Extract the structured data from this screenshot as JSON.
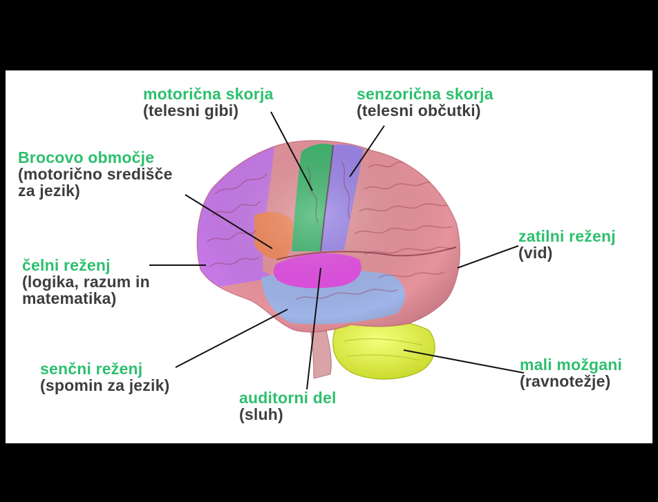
{
  "colors": {
    "label_title": "#2dbf6e",
    "label_description": "#3d3d3d",
    "background": "#ffffff",
    "letterbox": "#000000",
    "frontal_lobe": "#c77ae8",
    "broca_area": "#f2875a",
    "motor_cortex": "#3fb56e",
    "sensory_cortex": "#9a84e8",
    "parietal_occipital": "#e6939c",
    "temporal_lobe": "#9fb4e8",
    "auditory_area": "#e44fe4",
    "cerebellum": "#d7e83a"
  },
  "labels": {
    "motor": {
      "title": "motorična skorja",
      "desc": "(telesni gibi)"
    },
    "sensory": {
      "title": "senzorična skorja",
      "desc": "(telesni občutki)"
    },
    "broca": {
      "title": "Brocovo območje",
      "desc1": "(motorično središče",
      "desc2": "za jezik)"
    },
    "occipital": {
      "title": "zatilni reženj",
      "desc": "(vid)"
    },
    "frontal": {
      "title": "čelni reženj",
      "desc1": "(logika, razum in",
      "desc2": "matematika)"
    },
    "temporal": {
      "title": "senčni reženj",
      "desc": "(spomin za jezik)"
    },
    "auditory": {
      "title": "auditorni del",
      "desc": "(sluh)"
    },
    "cerebellum": {
      "title": "mali možgani",
      "desc": "(ravnotežje)"
    }
  }
}
